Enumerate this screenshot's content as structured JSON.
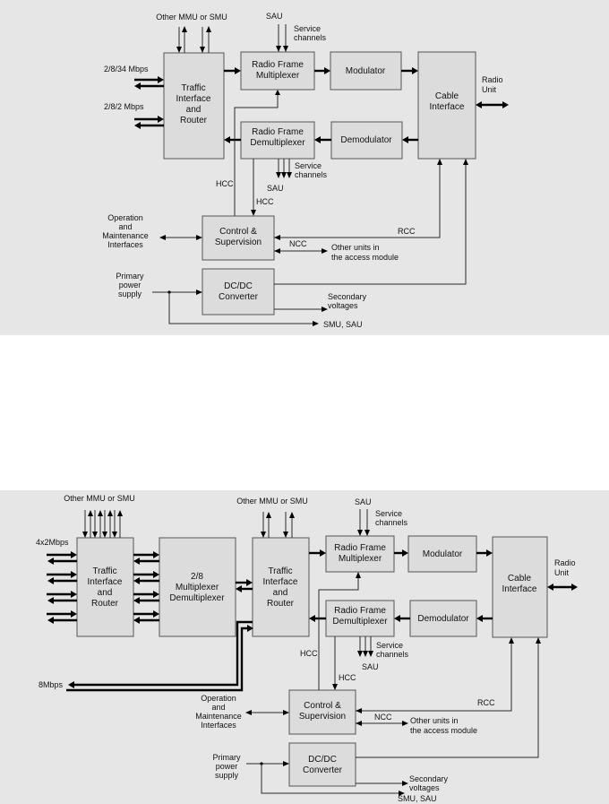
{
  "diagram1": {
    "blocks": {
      "traffic": [
        "Traffic",
        "Interface",
        "and",
        "Router"
      ],
      "rfmux": [
        "Radio Frame",
        "Multiplexer"
      ],
      "modulator": "Modulator",
      "cable": [
        "Cable",
        "Interface"
      ],
      "rfdemux": [
        "Radio Frame",
        "Demultiplexer"
      ],
      "demodulator": "Demodulator",
      "control": [
        "Control &",
        "Supervision"
      ],
      "dcdc": [
        "DC/DC",
        "Converter"
      ]
    },
    "labels": {
      "other_mmu": "Other MMU or SMU",
      "sau_top": "SAU",
      "service_top": [
        "Service",
        "channels"
      ],
      "rate_34": "2/8/34 Mbps",
      "rate_2": "2/8/2 Mbps",
      "radio_unit": [
        "Radio",
        "Unit"
      ],
      "service_bottom": [
        "Service",
        "channels"
      ],
      "sau_bottom": "SAU",
      "hcc_left": "HCC",
      "hcc_right": "HCC",
      "operation": [
        "Operation",
        "and",
        "Maintenance",
        "Interfaces"
      ],
      "rcc": "RCC",
      "ncc": "NCC",
      "other_units": [
        "Other units in",
        "the access module"
      ],
      "primary": [
        "Primary",
        "power",
        "supply"
      ],
      "secondary": [
        "Secondary",
        "voltages"
      ],
      "smu_sau": "SMU, SAU"
    }
  },
  "diagram2": {
    "blocks": {
      "traffic_left": [
        "Traffic",
        "Interface",
        "and",
        "Router"
      ],
      "mux28": [
        "2/8",
        "Multiplexer",
        "Demultiplexer"
      ],
      "traffic_right": [
        "Traffic",
        "Interface",
        "and",
        "Router"
      ],
      "rfmux": [
        "Radio Frame",
        "Multiplexer"
      ],
      "modulator": "Modulator",
      "cable": [
        "Cable",
        "Interface"
      ],
      "rfdemux": [
        "Radio Frame",
        "Demultiplexer"
      ],
      "demodulator": "Demodulator",
      "control": [
        "Control &",
        "Supervision"
      ],
      "dcdc": [
        "DC/DC",
        "Converter"
      ]
    },
    "labels": {
      "other_mmu_left": "Other MMU or SMU",
      "other_mmu_right": "Other MMU or SMU",
      "sau_top": "SAU",
      "service_top": [
        "Service",
        "channels"
      ],
      "rate_4x2": "4x2Mbps",
      "radio_unit": [
        "Radio",
        "Unit"
      ],
      "service_bottom": [
        "Service",
        "channels"
      ],
      "sau_bottom": "SAU",
      "hcc_left": "HCC",
      "hcc_right": "HCC",
      "rate_8": "8Mbps",
      "operation": [
        "Operation",
        "and",
        "Maintenance",
        "Interfaces"
      ],
      "rcc": "RCC",
      "ncc": "NCC",
      "other_units": [
        "Other units in",
        "the access module"
      ],
      "primary": [
        "Primary",
        "power",
        "supply"
      ],
      "secondary": [
        "Secondary",
        "voltages"
      ],
      "smu_sau": "SMU, SAU"
    }
  }
}
